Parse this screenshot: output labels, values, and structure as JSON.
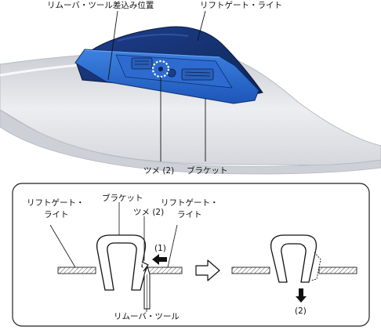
{
  "top_view": {
    "removal_tool_position_label": "リムーバ・ツール差込み位置",
    "liftgate_light_label": "リフトゲート・ライト",
    "claw_label": "ツメ (2)",
    "bracket_label": "ブラケット"
  },
  "section_view": {
    "liftgate_light_left_line1": "リフトゲート・",
    "liftgate_light_left_line2": "ライト",
    "bracket_label": "ブラケット",
    "liftgate_light_right_line1": "リフトゲート・",
    "liftgate_light_right_line2": "ライト",
    "claw_label": "ツメ (2)",
    "step1_label": "(1)",
    "step2_label": "(2)",
    "removal_tool_label": "リムーバ・ツール"
  },
  "colors": {
    "light_blue": "#2f6fd0",
    "light_blue_dark": "#16357a",
    "body_gray": "#e4e6ea",
    "line": "#111111"
  }
}
